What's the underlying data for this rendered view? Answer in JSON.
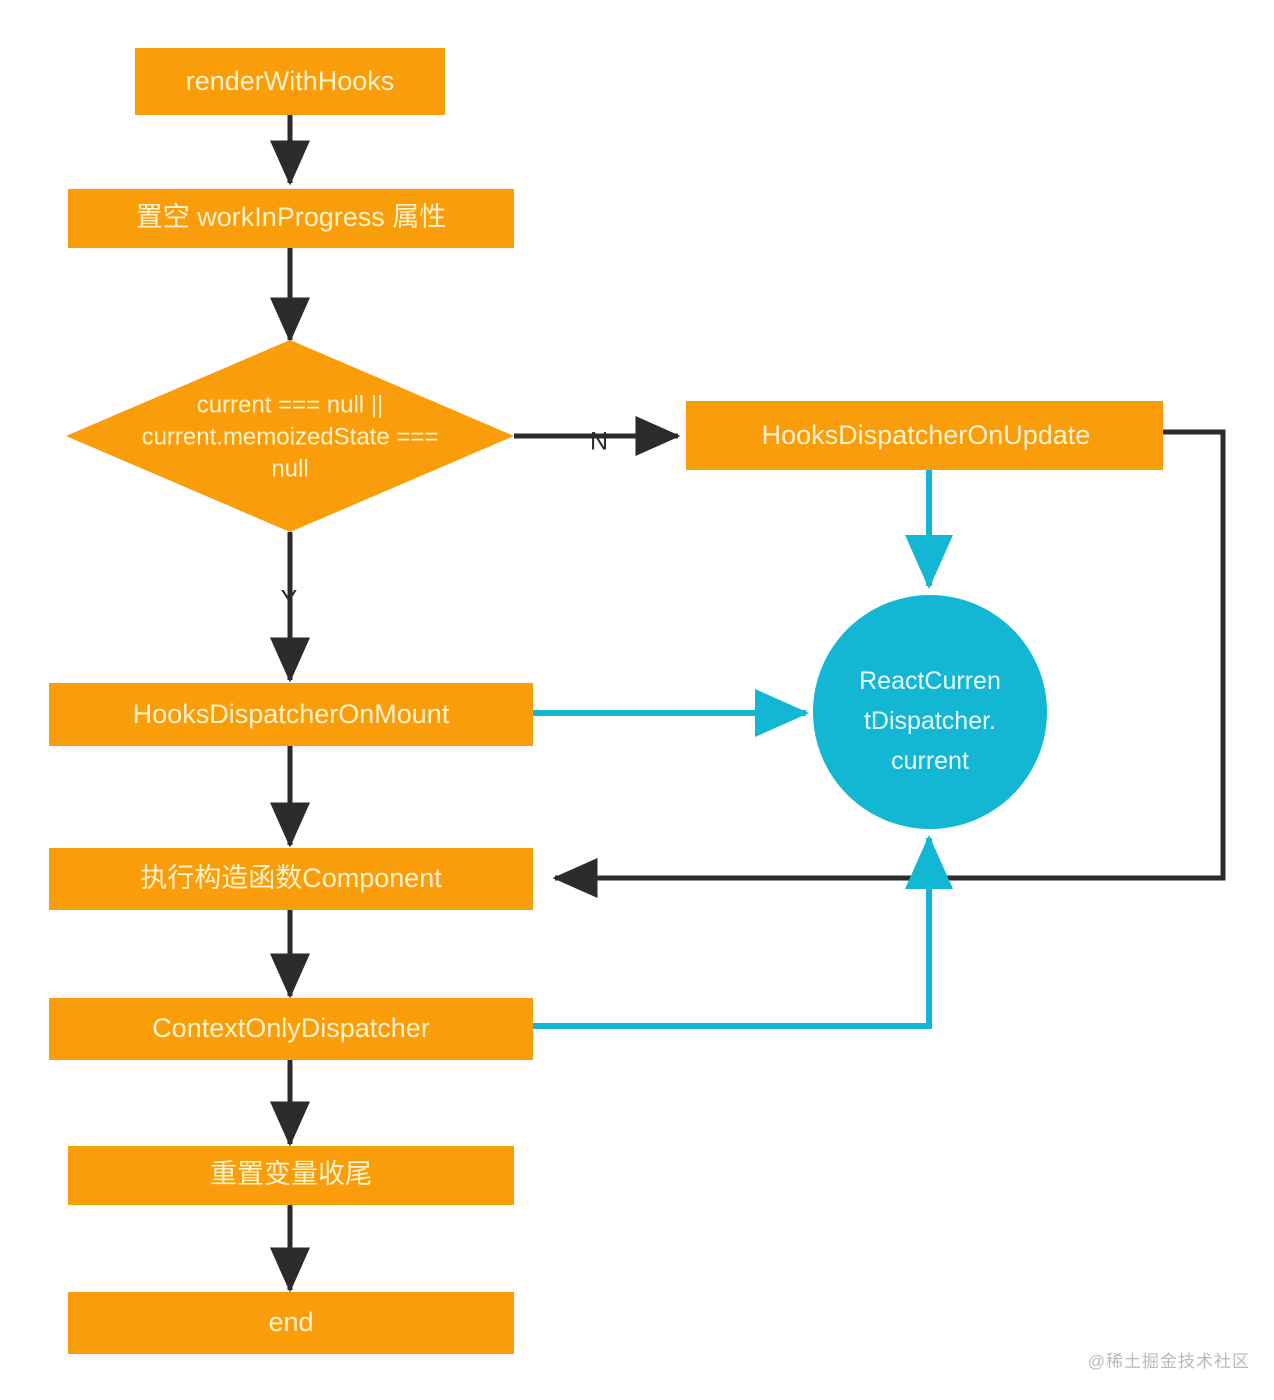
{
  "diagram": {
    "title": "renderWithHooks flowchart",
    "colors": {
      "node_fill": "#F99D0B",
      "node_text": "#FFF3CE",
      "circle_fill": "#14B7D3",
      "circle_text": "#E8FBFF",
      "flow_arrow": "#2b2b2b",
      "dispatcher_arrow": "#14B7D3",
      "background": "#ffffff",
      "watermark": "#b9b9b9"
    },
    "nodes": [
      {
        "id": "start",
        "label": "renderWithHooks",
        "shape": "rect"
      },
      {
        "id": "clear",
        "label": "置空 workInProgress 属性",
        "shape": "rect"
      },
      {
        "id": "decision",
        "label": "current === null || current.memoizedState === null",
        "shape": "diamond",
        "lines": [
          "current === null ||",
          "current.memoizedState ===",
          "null"
        ]
      },
      {
        "id": "onupdate",
        "label": "HooksDispatcherOnUpdate",
        "shape": "rect"
      },
      {
        "id": "onmount",
        "label": "HooksDispatcherOnMount",
        "shape": "rect"
      },
      {
        "id": "dispatcher",
        "label": "ReactCurrentDispatcher.current",
        "shape": "circle",
        "lines": [
          "ReactCurren",
          "tDispatcher.",
          "current"
        ]
      },
      {
        "id": "component",
        "label": "执行构造函数Component",
        "shape": "rect"
      },
      {
        "id": "contextonly",
        "label": "ContextOnlyDispatcher",
        "shape": "rect"
      },
      {
        "id": "reset",
        "label": "重置变量收尾",
        "shape": "rect"
      },
      {
        "id": "end",
        "label": "end",
        "shape": "rect"
      }
    ],
    "edge_labels": {
      "no": "N",
      "yes": "Y"
    },
    "watermark": "@稀土掘金技术社区"
  }
}
